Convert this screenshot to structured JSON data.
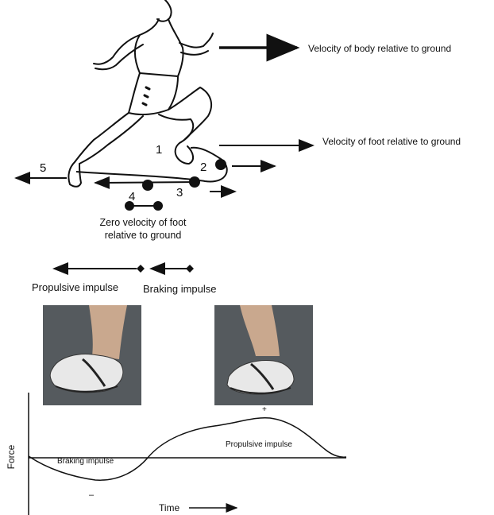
{
  "velocity_body_label": "Velocity of body relative to ground",
  "velocity_foot_label": "Velocity of foot relative to ground",
  "zero_velocity_label_line1": "Zero velocity of foot",
  "zero_velocity_label_line2": "relative to ground",
  "points": [
    "1",
    "2",
    "3",
    "4",
    "5"
  ],
  "propulsive_impulse_label": "Propulsive impulse",
  "braking_impulse_label": "Braking impulse",
  "graph": {
    "y_label": "Force",
    "x_label": "Time",
    "plus_sign": "+",
    "minus_sign": "–",
    "braking_region_label": "Braking impulse",
    "propulsive_region_label": "Propulsive impulse"
  },
  "colors": {
    "ink": "#111111",
    "photo": "#555a5e"
  }
}
